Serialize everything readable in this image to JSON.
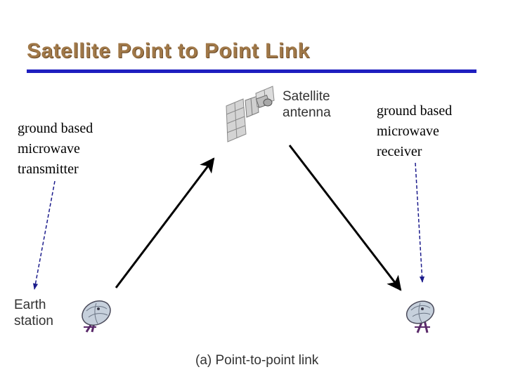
{
  "title": "Satellite Point to Point Link",
  "colors": {
    "title": "#a07848",
    "title_rule": "#1f1fbf",
    "pointer_arrow": "#1c1c8c",
    "link_arrow": "#000000",
    "dish_stand": "#5a2a6a"
  },
  "annotations": {
    "left": [
      "ground based",
      "microwave",
      "transmitter"
    ],
    "right": [
      "ground based",
      "microwave",
      "receiver"
    ]
  },
  "figure": {
    "satellite_label": [
      "Satellite",
      "antenna"
    ],
    "earth_station_label": [
      "Earth",
      "station"
    ],
    "caption": "(a) Point-to-point link"
  },
  "icons": [
    "satellite-icon",
    "dish-antenna-icon",
    "dish-antenna-icon"
  ]
}
